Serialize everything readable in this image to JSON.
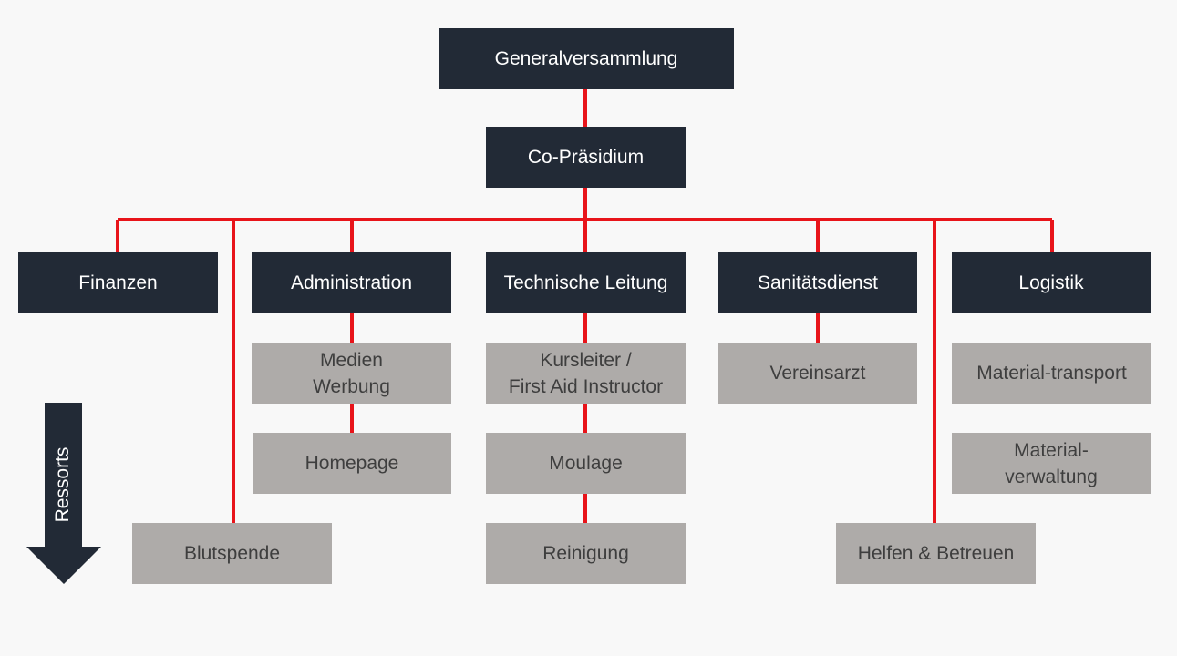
{
  "colors": {
    "connector": "#e8141a",
    "dark_box": "#222a36",
    "light_box": "#aeaba9",
    "background": "#f8f8f8"
  },
  "top": {
    "assembly": "Generalversammlung",
    "presidium": "Co-Präsidium"
  },
  "departments": {
    "finance": "Finanzen",
    "administration": "Administration",
    "technical": "Technische Leitung",
    "medical": "Sanitätsdienst",
    "logistics": "Logistik"
  },
  "resorts": {
    "media": "Medien\nWerbung",
    "homepage": "Homepage",
    "blood": "Blutspende",
    "instructor": "Kursleiter /\nFirst Aid Instructor",
    "moulage": "Moulage",
    "cleaning": "Reinigung",
    "doctor": "Vereinsarzt",
    "transport": "Material-transport",
    "management": "Material-\nverwaltung",
    "help": "Helfen & Betreuen"
  },
  "arrow": {
    "label": "Ressorts",
    "icon": "arrow-down-icon"
  }
}
